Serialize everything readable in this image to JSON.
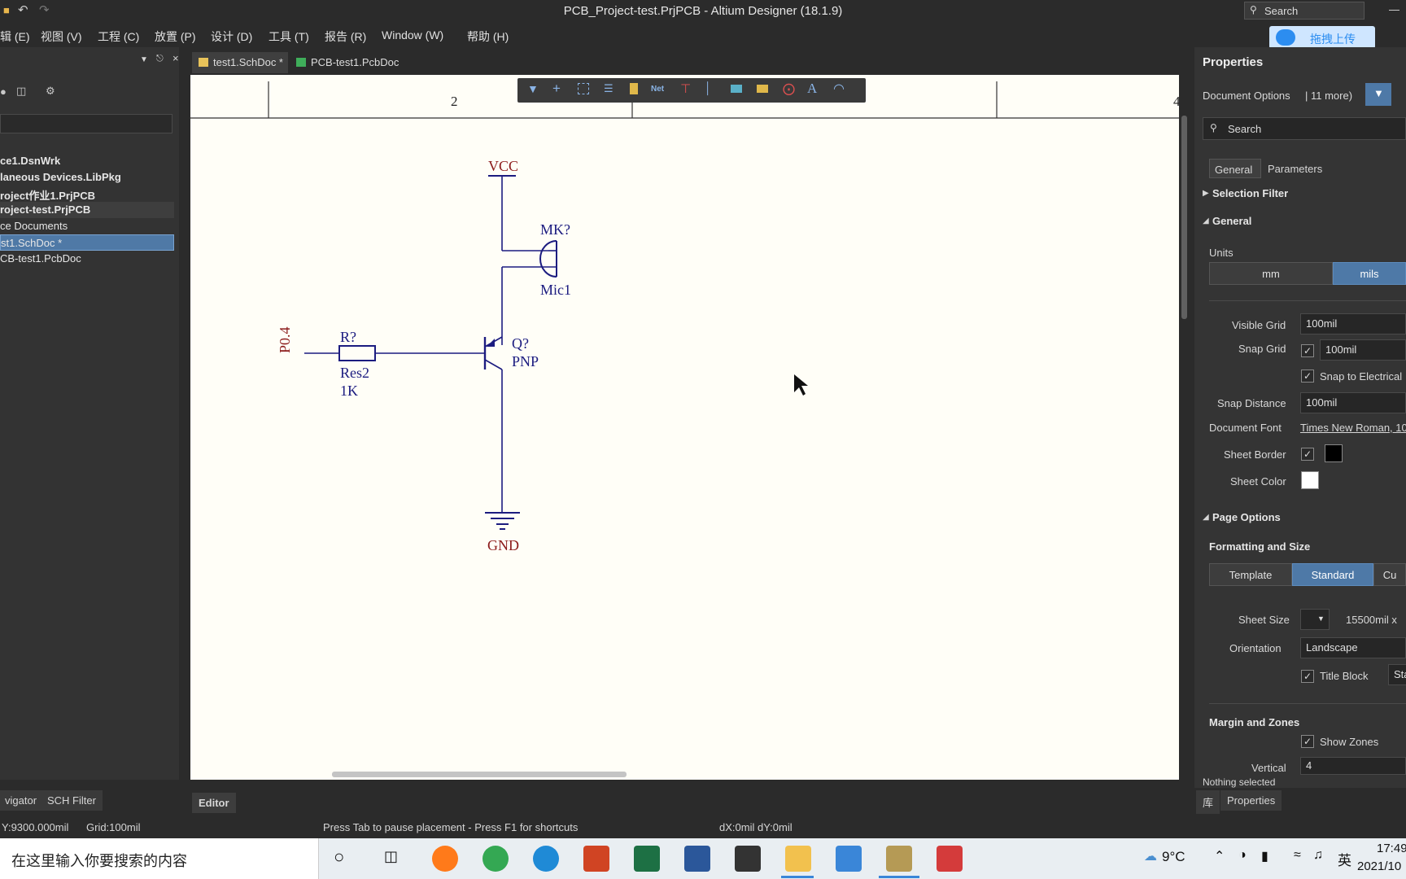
{
  "window": {
    "title": "PCB_Project-test.PrjPCB - Altium Designer (18.1.9)",
    "search_placeholder": "Search",
    "upload_button": "拖拽上传"
  },
  "menu": [
    "辑 (E)",
    "视图 (V)",
    "工程 (C)",
    "放置 (P)",
    "设计 (D)",
    "工具 (T)",
    "报告 (R)",
    "Window (W)",
    "帮助 (H)"
  ],
  "projects_panel": {
    "items": [
      "ce1.DsnWrk",
      "laneous Devices.LibPkg",
      "roject作业1.PrjPCB",
      "roject-test.PrjPCB",
      "ce Documents",
      "st1.SchDoc *",
      "CB-test1.PcbDoc"
    ],
    "bottom_tabs": [
      "vigator",
      "SCH Filter"
    ]
  },
  "document_tabs": [
    "test1.SchDoc *",
    "PCB-test1.PcbDoc"
  ],
  "schematic": {
    "zone_labels": [
      "2",
      "4"
    ],
    "vcc": "VCC",
    "gnd": "GND",
    "mic_designator": "MK?",
    "mic_comment": "Mic1",
    "transistor_designator": "Q?",
    "transistor_comment": "PNP",
    "resistor_designator": "R?",
    "resistor_comment": "Res2",
    "resistor_value": "1K",
    "port_label": "P0.4"
  },
  "editor_tab": "Editor",
  "properties": {
    "header": "Properties",
    "doc_options": "Document Options",
    "more": "| 11 more)",
    "search_placeholder": "Search",
    "tabs": [
      "General",
      "Parameters"
    ],
    "selection_filter": "Selection Filter",
    "general": "General",
    "units_label": "Units",
    "units": [
      "mm",
      "mils"
    ],
    "visible_grid_label": "Visible Grid",
    "visible_grid": "100mil",
    "snap_grid_label": "Snap Grid",
    "snap_grid": "100mil",
    "snap_electrical": "Snap to Electrical",
    "snap_distance_label": "Snap Distance",
    "snap_distance": "100mil",
    "doc_font_label": "Document Font",
    "doc_font": "Times New Roman, 10",
    "sheet_border_label": "Sheet Border",
    "sheet_color_label": "Sheet Color",
    "page_options": "Page Options",
    "format_size": "Formatting and Size",
    "format_modes": [
      "Template",
      "Standard",
      "Cu"
    ],
    "sheet_size_label": "Sheet Size",
    "sheet_size_value": "15500mil x",
    "orientation_label": "Orientation",
    "orientation": "Landscape",
    "title_block_label": "Title Block",
    "title_block_value": "Sta",
    "margin_zones": "Margin and Zones",
    "show_zones": "Show Zones",
    "vertical_label": "Vertical",
    "vertical_value": "4",
    "nothing_selected": "Nothing selected",
    "bottom_tabs": [
      "库",
      "Properties"
    ]
  },
  "status": {
    "coords": "Y:9300.000mil",
    "grid": "Grid:100mil",
    "hint": "Press Tab to pause placement - Press F1 for shortcuts",
    "delta": "dX:0mil dY:0mil"
  },
  "taskbar": {
    "search_text": "在这里输入你要搜索的内容",
    "temperature": "9°C",
    "ime": "英",
    "time": "17:49",
    "date": "2021/10"
  }
}
